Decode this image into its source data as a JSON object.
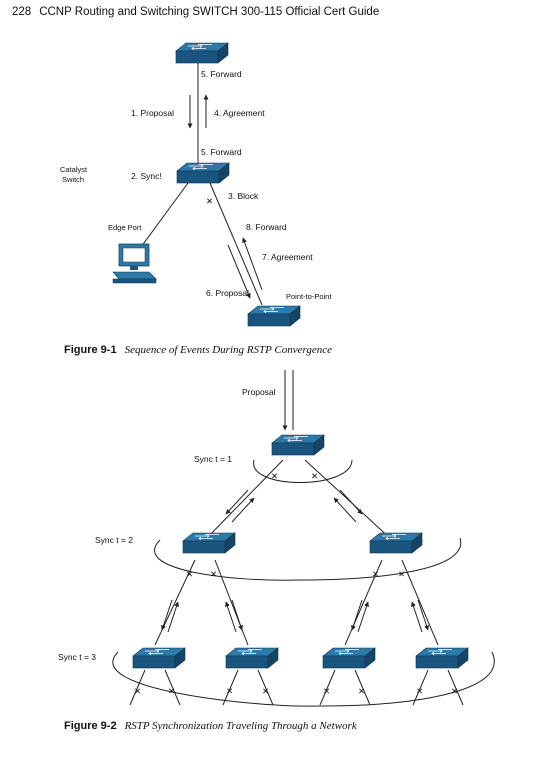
{
  "header": {
    "page_number": "228",
    "book_title": "CCNP Routing and Switching SWITCH 300-115 Official Cert Guide"
  },
  "figure1": {
    "number": "Figure 9-1",
    "title": "Sequence of Events During RSTP Convergence",
    "labels": {
      "forward_top": "5. Forward",
      "proposal": "1. Proposal",
      "agreement": "4. Agreement",
      "forward_mid": "5. Forward",
      "catalyst_line1": "Catalyst",
      "catalyst_line2": "Switch",
      "sync": "2. Sync!",
      "block": "3. Block",
      "edge_port": "Edge Port",
      "forward_8": "8. Forward",
      "agreement_7": "7. Agreement",
      "proposal_6": "6. Proposal",
      "point_to_point": "Point-to-Point"
    }
  },
  "figure2": {
    "number": "Figure 9-2",
    "title": "RSTP Synchronization Traveling Through a Network",
    "labels": {
      "proposal": "Proposal",
      "sync_t1": "Sync t = 1",
      "sync_t2": "Sync t = 2",
      "sync_t3": "Sync t = 3"
    }
  },
  "colors": {
    "switch_top": "#2d7aa8",
    "switch_front": "#1a5580",
    "switch_side": "#144566",
    "line": "#222222"
  }
}
